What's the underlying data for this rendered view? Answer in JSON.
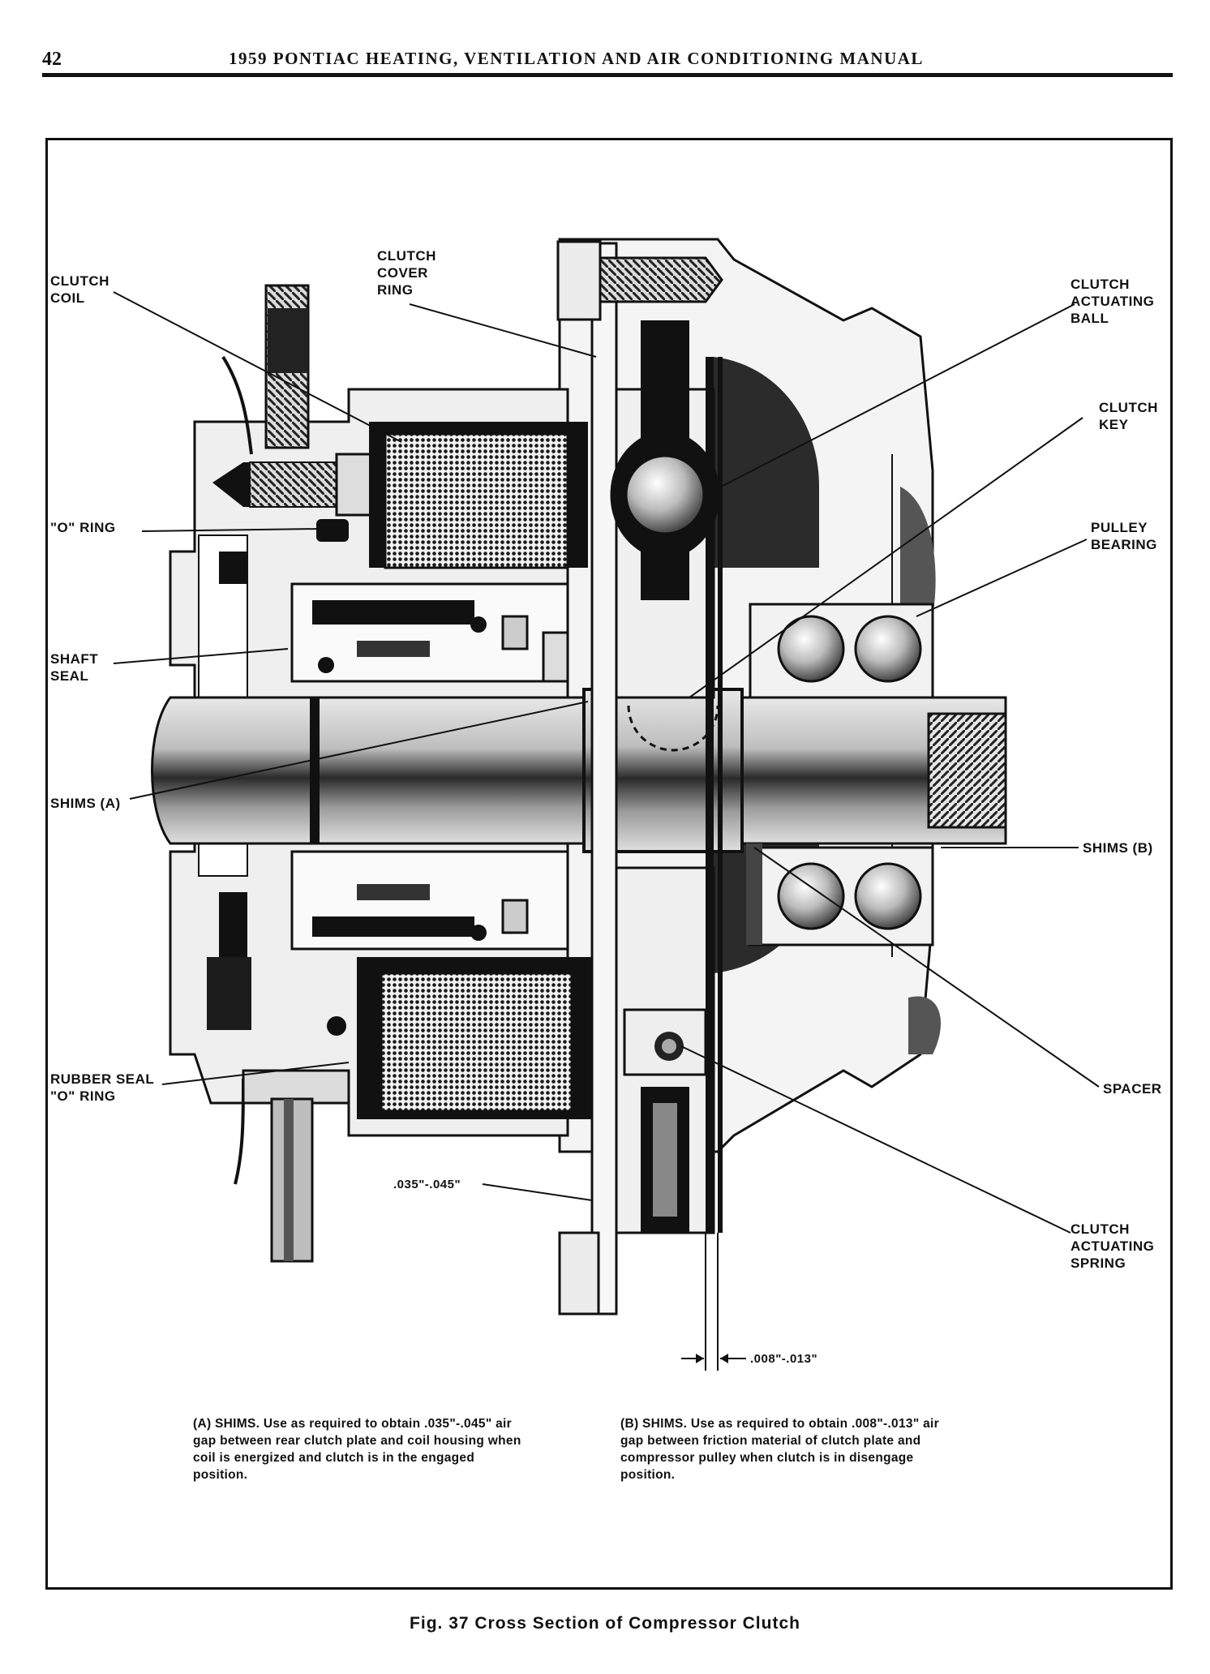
{
  "header": {
    "page_number": "42",
    "title": "1959 PONTIAC HEATING, VENTILATION AND AIR CONDITIONING MANUAL"
  },
  "labels": {
    "clutch_coil": "CLUTCH\nCOIL",
    "clutch_cover_ring": "CLUTCH\nCOVER\nRING",
    "clutch_actuating_ball": "CLUTCH\nACTUATING\nBALL",
    "clutch_key": "CLUTCH\nKEY",
    "o_ring": "\"O\" RING",
    "pulley_bearing": "PULLEY\nBEARING",
    "shaft_seal": "SHAFT\nSEAL",
    "shims_a": "SHIMS (A)",
    "shims_b": "SHIMS (B)",
    "rubber_seal_o_ring": "RUBBER SEAL\n\"O\" RING",
    "spacer": "SPACER",
    "gap_a": ".035\"-.045\"",
    "clutch_actuating_spring": "CLUTCH\nACTUATING\nSPRING",
    "gap_b": ".008\"-.013\""
  },
  "notes": {
    "a_title": "(A) SHIMS.",
    "a_text": "Use as required to obtain .035\"-.045\" air gap between rear clutch plate and coil housing when coil is energized and clutch is in the engaged position.",
    "b_title": "(B) SHIMS.",
    "b_text": "Use as required to obtain .008\"-.013\" air gap between friction material of clutch plate and compressor pulley when clutch is in disengage position."
  },
  "caption": "Fig. 37  Cross Section of Compressor Clutch"
}
